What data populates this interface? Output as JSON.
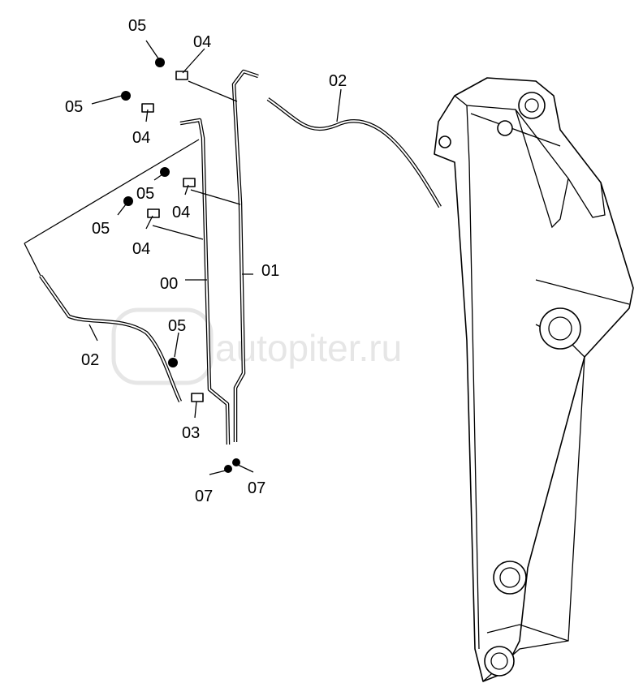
{
  "watermark": "autopiter.ru",
  "labels": [
    {
      "id": "l1",
      "text": "05"
    },
    {
      "id": "l2",
      "text": "04"
    },
    {
      "id": "l3",
      "text": "05"
    },
    {
      "id": "l4",
      "text": "04"
    },
    {
      "id": "l5",
      "text": "02"
    },
    {
      "id": "l6",
      "text": "05"
    },
    {
      "id": "l7",
      "text": "04"
    },
    {
      "id": "l8",
      "text": "05"
    },
    {
      "id": "l9",
      "text": "04"
    },
    {
      "id": "l10",
      "text": "00"
    },
    {
      "id": "l11",
      "text": "01"
    },
    {
      "id": "l12",
      "text": "05"
    },
    {
      "id": "l13",
      "text": "02"
    },
    {
      "id": "l14",
      "text": "03"
    },
    {
      "id": "l15",
      "text": "07"
    },
    {
      "id": "l16",
      "text": "07"
    }
  ]
}
